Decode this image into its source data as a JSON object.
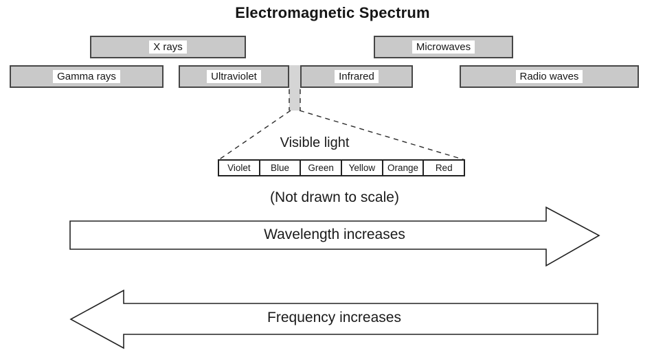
{
  "title": "Electromagnetic Spectrum",
  "bands": {
    "row1": [
      {
        "label": "X rays"
      },
      {
        "label": "Microwaves"
      }
    ],
    "row2": [
      {
        "label": "Gamma rays"
      },
      {
        "label": "Ultraviolet"
      },
      {
        "label": "Infrared"
      },
      {
        "label": "Radio waves"
      }
    ]
  },
  "visible_light": {
    "heading": "Visible light",
    "colors": [
      "Violet",
      "Blue",
      "Green",
      "Yellow",
      "Orange",
      "Red"
    ]
  },
  "note": "(Not drawn to scale)",
  "arrows": {
    "wavelength": {
      "label": "Wavelength increases",
      "direction": "right"
    },
    "frequency": {
      "label": "Frequency increases",
      "direction": "left"
    }
  },
  "colors": {
    "background": "#ffffff",
    "band_fill": "#c9c9c9",
    "band_border": "#464646",
    "strip_fill": "#d5d5d5",
    "outline": "#222222",
    "label_bg": "#ffffff",
    "text": "#111111"
  }
}
